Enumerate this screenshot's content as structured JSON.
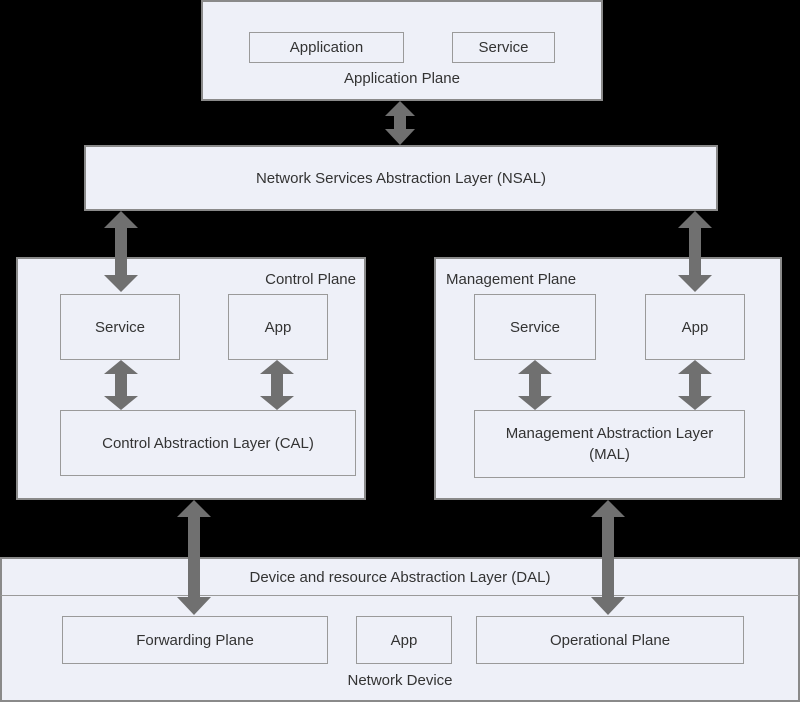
{
  "application_plane": {
    "title": "Application Plane",
    "application": "Application",
    "service": "Service"
  },
  "nsal": {
    "label": "Network Services Abstraction Layer (NSAL)"
  },
  "control_plane": {
    "title": "Control Plane",
    "service": "Service",
    "app": "App",
    "cal": "Control Abstraction Layer (CAL)"
  },
  "management_plane": {
    "title": "Management Plane",
    "service": "Service",
    "app": "App",
    "mal_line1": "Management Abstraction Layer",
    "mal_line2": "(MAL)"
  },
  "dal": {
    "label": "Device and resource Abstraction Layer (DAL)"
  },
  "network_device": {
    "title": "Network Device",
    "forwarding": "Forwarding Plane",
    "app": "App",
    "operational": "Operational Plane"
  },
  "colors": {
    "box_fill": "#eef0f8",
    "border": "#8a8a8a",
    "arrow": "#707070",
    "background": "#000000"
  }
}
